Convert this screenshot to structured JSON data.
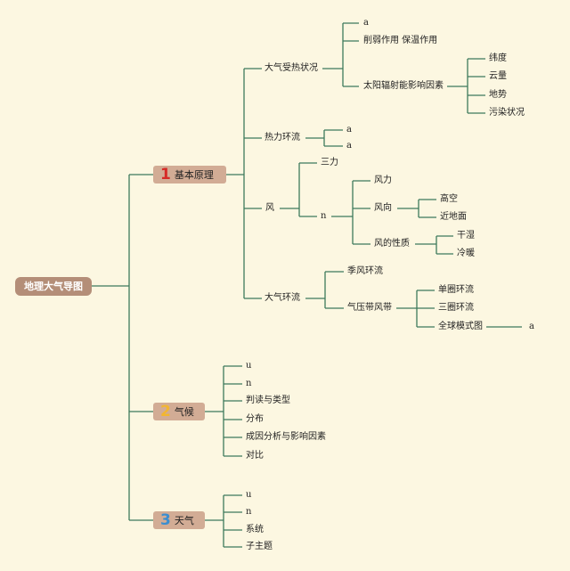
{
  "root": "地理大气导图",
  "b1": {
    "num": "1",
    "label": "基本原理",
    "num_color": "#d62b27"
  },
  "b2": {
    "num": "2",
    "label": "气候",
    "num_color": "#f2b630"
  },
  "b3": {
    "num": "3",
    "label": "天气",
    "num_color": "#3b8ed0"
  },
  "s": {
    "dqsr": "大气受热状况",
    "a1": "a",
    "xrzy": "削弱作用 保温作用",
    "tyfs": "太阳辐射能影响因素",
    "wd": "纬度",
    "yl": "云量",
    "ds": "地势",
    "wrzk": "污染状况",
    "rlhl": "热力环流",
    "a2": "a",
    "a3": "a",
    "feng": "风",
    "sl": "三力",
    "n1": "n",
    "fl": "风力",
    "fx": "风向",
    "gk": "高空",
    "jdm": "近地面",
    "fdxz": "风的性质",
    "gs": "干湿",
    "ln": "冷暖",
    "dqhl": "大气环流",
    "jfhl": "季风环流",
    "qydfd": "气压带风带",
    "dqhl2": "单圈环流",
    "sqhl": "三圈环流",
    "qqms": "全球模式图",
    "a4": "a"
  },
  "c": {
    "u": "u",
    "n": "n",
    "pdlx": "判读与类型",
    "fb": "分布",
    "cyfx": "成因分析与影响因素",
    "db": "对比"
  },
  "t": {
    "u": "u",
    "n": "n",
    "xt": "系统",
    "zzt": "子主题"
  },
  "colors": {
    "line": "#3d7a5c",
    "root": "#b48e78",
    "main": "#d2ac95",
    "bg": "#fcf7e1"
  }
}
